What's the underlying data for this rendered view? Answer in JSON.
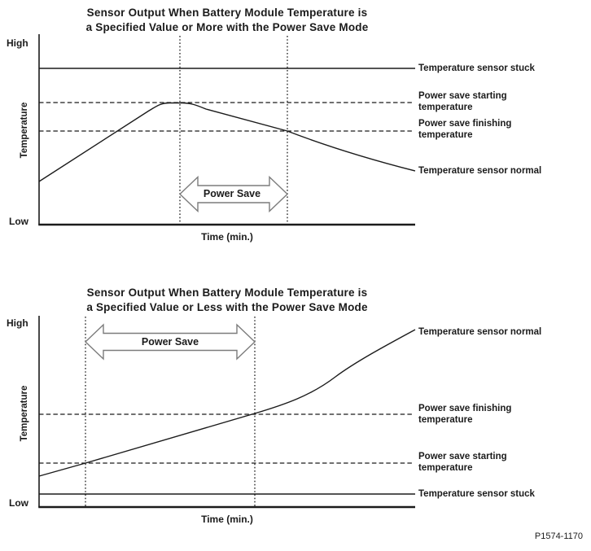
{
  "figure_number": "P1574-1170",
  "colors": {
    "ink": "#1b1b1b",
    "arrow_outline": "#7c7c7c",
    "background": "#ffffff"
  },
  "charts": [
    {
      "title": "Sensor Output When Battery Module Temperature is\na Specified Value or More with the Power Save Mode",
      "y_high": "High",
      "y_low": "Low",
      "y_label": "Temperature",
      "x_label": "Time (min.)",
      "power_save": "Power Save",
      "line_labels": {
        "stuck": "Temperature sensor stuck",
        "starting": "Power save starting\ntemperature",
        "finishing": "Power save finishing\ntemperature",
        "normal": "Temperature sensor normal"
      }
    },
    {
      "title": "Sensor Output When Battery Module Temperature is\na Specified Value or Less with the Power Save Mode",
      "y_high": "High",
      "y_low": "Low",
      "y_label": "Temperature",
      "x_label": "Time (min.)",
      "power_save": "Power Save",
      "line_labels": {
        "normal": "Temperature sensor normal",
        "finishing": "Power save finishing\ntemperature",
        "starting": "Power save starting\ntemperature",
        "stuck": "Temperature sensor stuck"
      }
    }
  ],
  "chart_data": [
    {
      "type": "line",
      "title": "Sensor Output When Battery Module Temperature is a Specified Value or More with the Power Save Mode",
      "xlabel": "Time (min.)",
      "ylabel": "Temperature",
      "y_axis_ticks": [
        "Low",
        "High"
      ],
      "x_axis_ticks": [],
      "grid": false,
      "legend_position": "right-of-lines",
      "series": [
        {
          "name": "Temperature sensor stuck",
          "style": "solid-horizontal",
          "y_norm": 0.83
        },
        {
          "name": "Power save starting temperature",
          "style": "dashed-horizontal",
          "y_norm": 0.65
        },
        {
          "name": "Power save finishing temperature",
          "style": "dashed-horizontal",
          "y_norm": 0.5
        },
        {
          "name": "Temperature sensor normal",
          "style": "curve",
          "points_norm": [
            [
              0,
              0.23
            ],
            [
              0.3,
              0.62
            ],
            [
              0.34,
              0.65
            ],
            [
              0.39,
              0.65
            ],
            [
              0.45,
              0.61
            ],
            [
              0.66,
              0.5
            ],
            [
              0.83,
              0.41
            ],
            [
              1.0,
              0.29
            ]
          ]
        }
      ],
      "annotations": [
        {
          "label": "Power Save",
          "type": "double-arrow",
          "x_start_norm": 0.375,
          "x_end_norm": 0.66
        }
      ]
    },
    {
      "type": "line",
      "title": "Sensor Output When Battery Module Temperature is a Specified Value or Less with the Power Save Mode",
      "xlabel": "Time (min.)",
      "ylabel": "Temperature",
      "y_axis_ticks": [
        "Low",
        "High"
      ],
      "x_axis_ticks": [],
      "grid": false,
      "legend_position": "right-of-lines",
      "series": [
        {
          "name": "Temperature sensor normal",
          "style": "curve",
          "points_norm": [
            [
              0,
              0.163
            ],
            [
              0.123,
              0.232
            ],
            [
              0.574,
              0.489
            ],
            [
              0.79,
              0.69
            ],
            [
              1.0,
              0.936
            ]
          ]
        },
        {
          "name": "Power save finishing temperature",
          "style": "dashed-horizontal",
          "y_norm": 0.489
        },
        {
          "name": "Power save starting temperature",
          "style": "dashed-horizontal",
          "y_norm": 0.232
        },
        {
          "name": "Temperature sensor stuck",
          "style": "solid-horizontal",
          "y_norm": 0.069
        }
      ],
      "annotations": [
        {
          "label": "Power Save",
          "type": "double-arrow",
          "x_start_norm": 0.123,
          "x_end_norm": 0.574
        }
      ]
    }
  ]
}
